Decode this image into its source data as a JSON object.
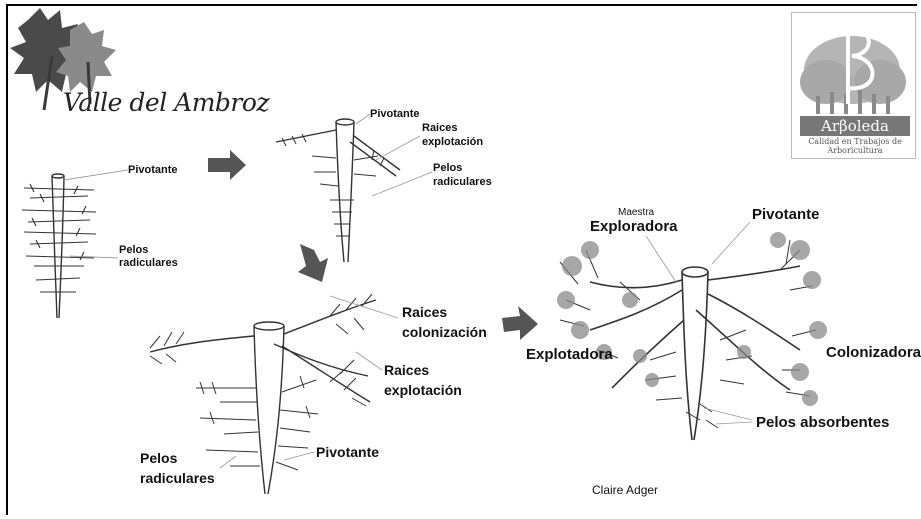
{
  "logo": {
    "text": "Valle del Ambroz"
  },
  "brand": {
    "name": "Arβoleda",
    "subtitle": "Calidad en Trabajos de Arboricultura"
  },
  "stage1": {
    "taproot": "Pivotante",
    "hairs": "Pelos radiculares"
  },
  "stage2": {
    "taproot": "Pivotante",
    "exploitation_1": "Raices",
    "exploitation_2": "explotación",
    "hairs_1": "Pelos",
    "hairs_2": "radiculares"
  },
  "stage3": {
    "colonization_1": "Raices",
    "colonization_2": "colonización",
    "exploitation_1": "Raices",
    "exploitation_2": "explotación",
    "hairs_1": "Pelos",
    "hairs_2": "radiculares",
    "taproot": "Pivotante"
  },
  "stage4": {
    "master": "Maestra",
    "explorer": "Exploradora",
    "taproot": "Pivotante",
    "exploiter": "Explotadora",
    "colonizer": "Colonizadora",
    "absorbent": "Pelos absorbentes"
  },
  "credit": "Claire Adger",
  "colors": {
    "line": "#333333",
    "arrow": "#555555",
    "leaf_dark": "#4a4a4a",
    "leaf_light": "#8a8a8a"
  }
}
